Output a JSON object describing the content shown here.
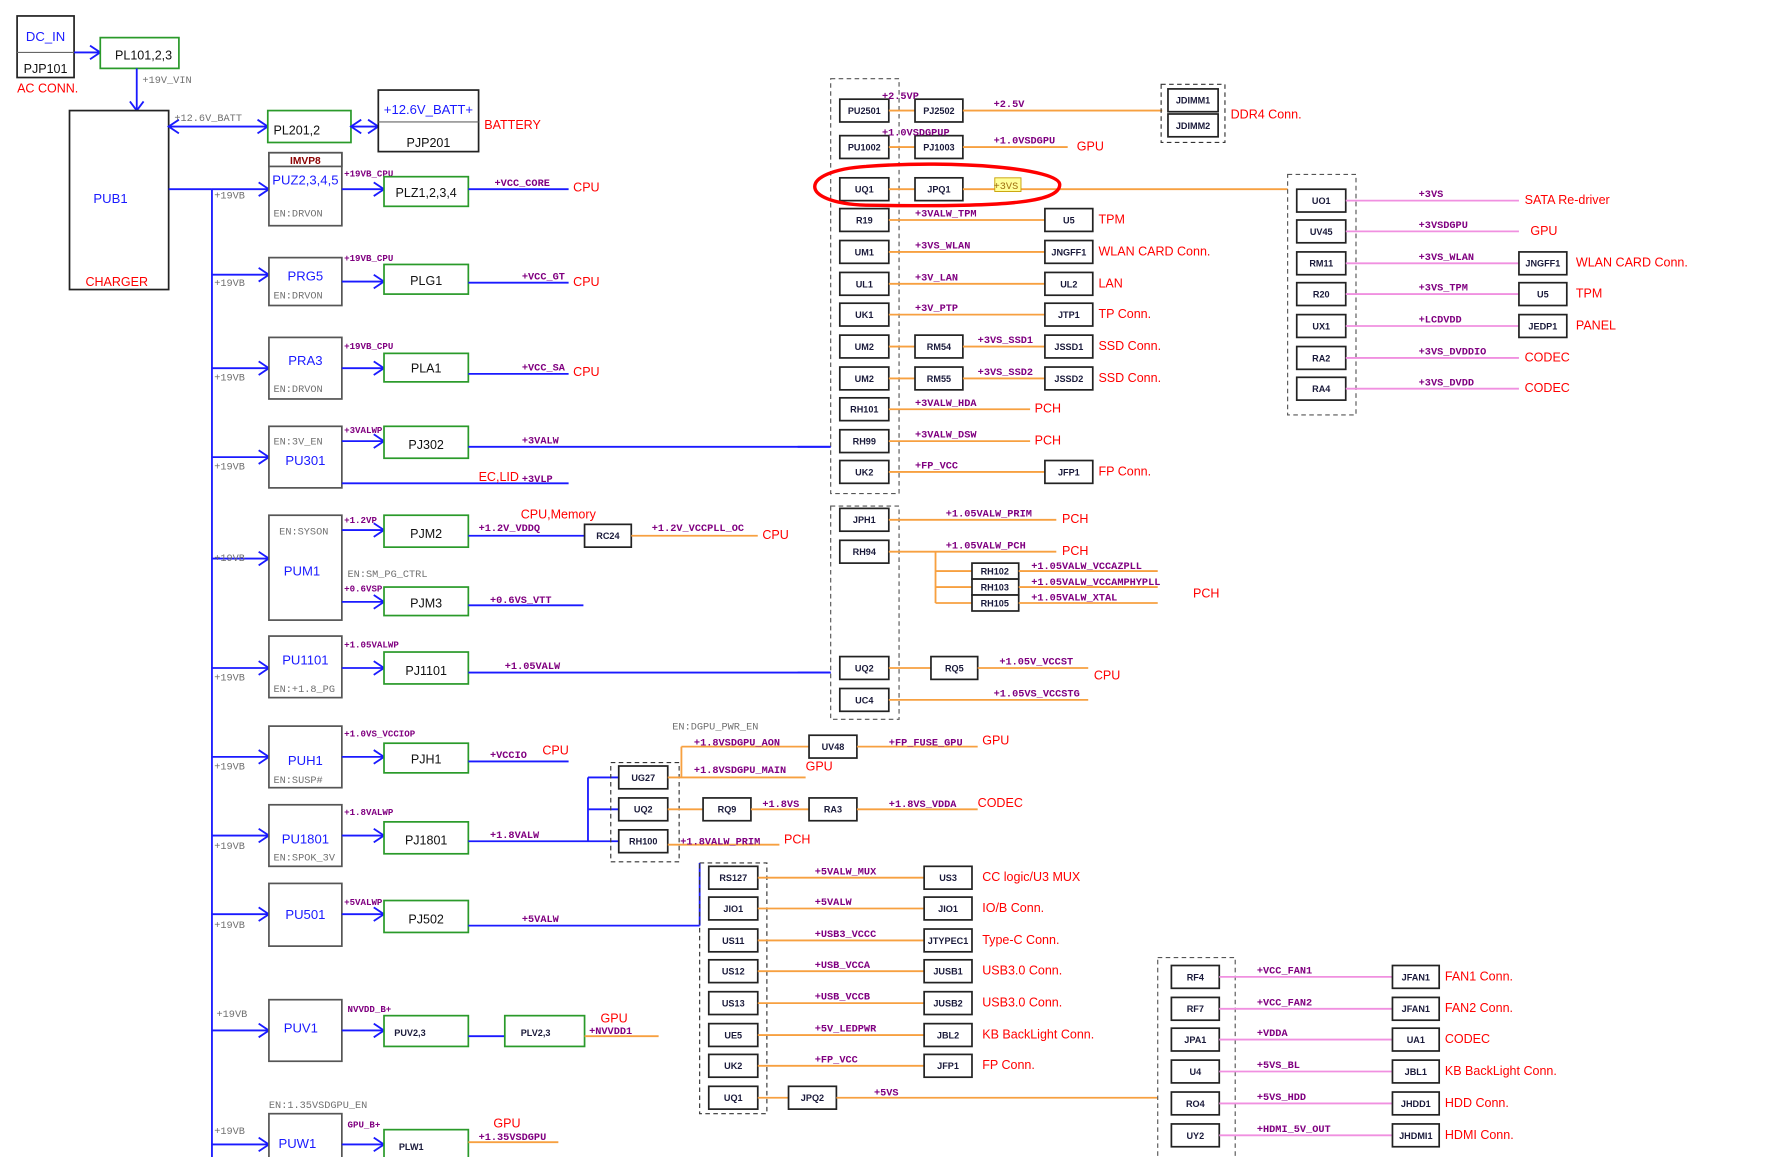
{
  "colors": {
    "rail_wire": "#1a1aff",
    "branch_wire": "#f7a040",
    "load_wire": "#f090e0",
    "rail_text": "#800080",
    "regulator_box": "#2a9a2a",
    "destination_text": "#ff0000",
    "annotation": "#ff0000",
    "highlight": "#ffff99"
  },
  "source": {
    "dc_in": "DC_IN",
    "connector": "PJP101",
    "caption": "AC CONN.",
    "filter": "PL101,2,3",
    "rail": "+19V_VIN"
  },
  "charger": {
    "name": "PUB1",
    "caption": "CHARGER",
    "batt_rail": "+12.6V_BATT",
    "filter": "PL201,2",
    "bus_rail": "+19VB"
  },
  "battery": {
    "label": "+12.6V_BATT+",
    "connector": "PJP201",
    "caption": "BATTERY"
  },
  "regulators": [
    {
      "header": "IMVP8",
      "name": "PUZ2,3,4,5",
      "enable": "EN:DRVON",
      "pre_rail": "+19VB_CPU",
      "inductor": "PLZ1,2,3,4",
      "rail": "+VCC_CORE",
      "dest": "CPU"
    },
    {
      "name": "PRG5",
      "enable": "EN:DRVON",
      "pre_rail": "+19VB_CPU",
      "inductor": "PLG1",
      "rail": "+VCC_GT",
      "dest": "CPU"
    },
    {
      "name": "PRA3",
      "enable": "EN:DRVON",
      "pre_rail": "+19VB_CPU",
      "inductor": "PLA1",
      "rail": "+VCC_SA",
      "dest": "CPU"
    },
    {
      "name": "PU301",
      "enable": "EN:3V_EN",
      "pre_rail": "+3VALWP",
      "inductor": "PJ302",
      "rail": "+3VALW",
      "aux_rail": "+3VLP",
      "aux_dest": "EC,LID"
    },
    {
      "name": "PUM1",
      "enable": "EN:SYSON",
      "pre_rail": "+1.2VP",
      "inductor": "PJM2",
      "rail": "+1.2V_VDDQ",
      "dest": "CPU,Memory",
      "series": "RC24",
      "series_rail": "+1.2V_VCCPLL_OC",
      "series_dest": "CPU",
      "enable2": "EN:SM_PG_CTRL",
      "pre_rail2": "+0.6VSP",
      "inductor2": "PJM3",
      "rail2": "+0.6VS_VTT"
    },
    {
      "name": "PU1101",
      "enable": "EN:+1.8_PG",
      "pre_rail": "+1.05VALWP",
      "inductor": "PJ1101",
      "rail": "+1.05VALW"
    },
    {
      "name": "PUH1",
      "enable": "EN:SUSP#",
      "pre_rail": "+1.0VS_VCCIOP",
      "inductor": "PJH1",
      "rail": "+VCCIO",
      "dest": "CPU"
    },
    {
      "name": "PU1801",
      "enable": "EN:SPOK_3V",
      "pre_rail": "+1.8VALWP",
      "inductor": "PJ1801",
      "rail": "+1.8VALW"
    },
    {
      "name": "PU501",
      "pre_rail": "+5VALWP",
      "inductor": "PJ502",
      "rail": "+5VALW"
    },
    {
      "name": "PUV1",
      "pre_rail": "NVVDD_B+",
      "inductor": "PUV2,3",
      "inductor2": "PLV2,3",
      "rail": "+NVVDD1",
      "dest": "GPU"
    },
    {
      "name": "PUW1",
      "enable": "EN:1.35VSDGPU_EN",
      "pre_rail": "GPU_B+",
      "inductor": "PLW1",
      "rail": "+1.35VSDGPU",
      "dest": "GPU"
    }
  ],
  "group_1v8": {
    "enable": "EN:DGPU_PWR_EN",
    "rows": [
      {
        "src": "UG27",
        "rail": "+1.8VSDGPU_AON",
        "next": "UV48",
        "next_rail": "+FP_FUSE_GPU",
        "dest": "GPU",
        "rail2": "+1.8VSDGPU_MAIN",
        "dest2": "GPU"
      },
      {
        "src": "UQ2",
        "mid": "RQ9",
        "rail": "+1.8VS",
        "next": "RA3",
        "next_rail": "+1.8VS_VDDA",
        "dest": "CODEC"
      },
      {
        "src": "RH100",
        "rail": "+1.8VALW_PRIM",
        "dest": "PCH"
      }
    ]
  },
  "group_3v": [
    {
      "src": "PU2501",
      "pre": "+2.5VP",
      "mid": "PJ2502",
      "rail": "+2.5V",
      "dest_boxes": [
        "JDIMM1",
        "JDIMM2"
      ],
      "dest": "DDR4 Conn."
    },
    {
      "src": "PU1002",
      "pre": "+1.0VSDGPUP",
      "mid": "PJ1003",
      "rail": "+1.0VSDGPU",
      "dest": "GPU"
    },
    {
      "src": "UQ1",
      "mid": "JPQ1",
      "rail": "+3VS",
      "highlighted": true
    },
    {
      "src": "R19",
      "rail": "+3VALW_TPM",
      "box": "U5",
      "dest": "TPM"
    },
    {
      "src": "UM1",
      "rail": "+3VS_WLAN",
      "box": "JNGFF1",
      "dest": "WLAN CARD Conn."
    },
    {
      "src": "UL1",
      "rail": "+3V_LAN",
      "box": "UL2",
      "dest": "LAN"
    },
    {
      "src": "UK1",
      "rail": "+3V_PTP",
      "box": "JTP1",
      "dest": "TP Conn."
    },
    {
      "src": "UM2",
      "mid": "RM54",
      "rail": "+3VS_SSD1",
      "box": "JSSD1",
      "dest": "SSD Conn."
    },
    {
      "src": "UM2",
      "mid": "RM55",
      "rail": "+3VS_SSD2",
      "box": "JSSD2",
      "dest": "SSD Conn."
    },
    {
      "src": "RH101",
      "rail": "+3VALW_HDA",
      "dest": "PCH"
    },
    {
      "src": "RH99",
      "rail": "+3VALW_DSW",
      "dest": "PCH"
    },
    {
      "src": "UK2",
      "rail": "+FP_VCC",
      "box": "JFP1",
      "dest": "FP Conn."
    }
  ],
  "group_1v05": {
    "rows": [
      {
        "src": "JPH1",
        "rail": "+1.05VALW_PRIM",
        "dest": "PCH"
      },
      {
        "src": "RH94",
        "rail": "+1.05VALW_PCH",
        "dest": "PCH"
      },
      {
        "src": "UQ2",
        "mid": "RQ5",
        "rail": "+1.05V_VCCST",
        "dest": "CPU"
      },
      {
        "src": "UC4",
        "rail": "+1.05VS_VCCSTG"
      }
    ],
    "sub": [
      {
        "box": "RH102",
        "rail": "+1.05VALW_VCCAZPLL"
      },
      {
        "box": "RH103",
        "rail": "+1.05VALW_VCCAMPHYPLL"
      },
      {
        "box": "RH105",
        "rail": "+1.05VALW_XTAL"
      }
    ],
    "sub_dest": "PCH"
  },
  "group_3vs": [
    {
      "src": "UO1",
      "rail": "+3VS",
      "dest": "SATA Re-driver"
    },
    {
      "src": "UV45",
      "rail": "+3VSDGPU",
      "dest": "GPU"
    },
    {
      "src": "RM11",
      "rail": "+3VS_WLAN",
      "box": "JNGFF1",
      "dest": "WLAN CARD Conn."
    },
    {
      "src": "R20",
      "rail": "+3VS_TPM",
      "box": "U5",
      "dest": "TPM"
    },
    {
      "src": "UX1",
      "rail": "+LCDVDD",
      "box": "JEDP1",
      "dest": "PANEL"
    },
    {
      "src": "RA2",
      "rail": "+3VS_DVDDIO",
      "dest": "CODEC"
    },
    {
      "src": "RA4",
      "rail": "+3VS_DVDD",
      "dest": "CODEC"
    }
  ],
  "group_5v": [
    {
      "src": "RS127",
      "rail": "+5VALW_MUX",
      "box": "US3",
      "dest": "CC logic/U3 MUX"
    },
    {
      "src": "JIO1",
      "rail": "+5VALW",
      "box": "JIO1",
      "dest": "IO/B Conn."
    },
    {
      "src": "US11",
      "rail": "+USB3_VCCC",
      "box": "JTYPEC1",
      "dest": "Type-C Conn."
    },
    {
      "src": "US12",
      "rail": "+USB_VCCA",
      "box": "JUSB1",
      "dest": "USB3.0 Conn."
    },
    {
      "src": "US13",
      "rail": "+USB_VCCB",
      "box": "JUSB2",
      "dest": "USB3.0 Conn."
    },
    {
      "src": "UE5",
      "rail": "+5V_LEDPWR",
      "box": "JBL2",
      "dest": "KB BackLight Conn."
    },
    {
      "src": "UK2",
      "rail": "+FP_VCC",
      "box": "JFP1",
      "dest": "FP Conn."
    },
    {
      "src": "UQ1",
      "mid": "JPQ2",
      "rail": "+5VS"
    }
  ],
  "group_5vs": [
    {
      "src": "RF4",
      "rail": "+VCC_FAN1",
      "box": "JFAN1",
      "dest": "FAN1 Conn."
    },
    {
      "src": "RF7",
      "rail": "+VCC_FAN2",
      "box": "JFAN1",
      "dest": "FAN2 Conn."
    },
    {
      "src": "JPA1",
      "rail": "+VDDA",
      "box": "UA1",
      "dest": "CODEC"
    },
    {
      "src": "U4",
      "rail": "+5VS_BL",
      "box": "JBL1",
      "dest": "KB BackLight Conn."
    },
    {
      "src": "RO4",
      "rail": "+5VS_HDD",
      "box": "JHDD1",
      "dest": "HDD Conn."
    },
    {
      "src": "UY2",
      "rail": "+HDMI_5V_OUT",
      "box": "JHDMI1",
      "dest": "HDMI Conn."
    }
  ]
}
